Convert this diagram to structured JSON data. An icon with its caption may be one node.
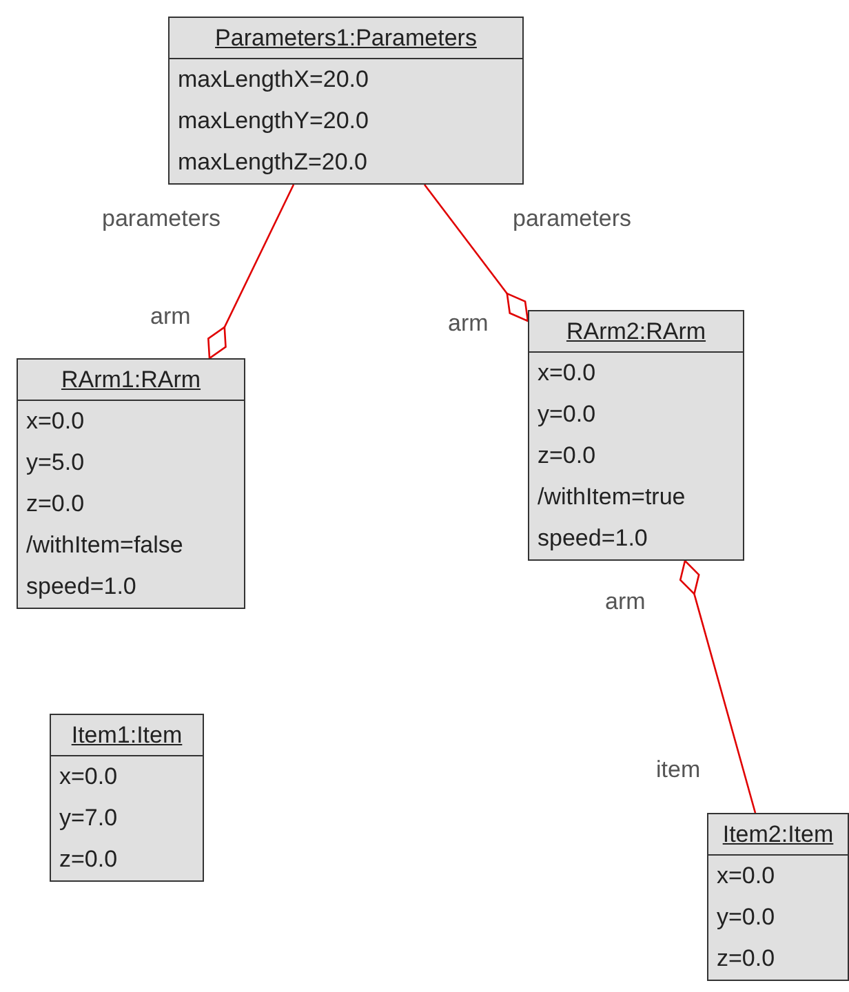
{
  "diagram": {
    "nodes": [
      {
        "text": [
          "Parameters1:Parameters",
          "maxLengthX=20.0",
          "maxLengthY=20.0",
          "maxLengthZ=20.0"
        ]
      },
      {
        "text": [
          "RArm1:RArm",
          "x=0.0",
          "y=5.0",
          "z=0.0",
          "/withItem=false",
          "speed=1.0"
        ]
      },
      {
        "text": [
          "RArm2:RArm",
          "x=0.0",
          "y=0.0",
          "z=0.0",
          "/withItem=true",
          "speed=1.0"
        ]
      },
      {
        "text": [
          "Item1:Item",
          "x=0.0",
          "y=7.0",
          "z=0.0"
        ]
      },
      {
        "text": [
          "Item2:Item",
          "x=0.0",
          "y=0.0",
          "z=0.0"
        ]
      }
    ],
    "edges": [
      {
        "from": 0,
        "to": 1,
        "arrow": "other"
      },
      {
        "from": 0,
        "to": 2,
        "arrow": "other"
      },
      {
        "from": 4,
        "to": 2,
        "arrow": "other"
      }
    ],
    "labels": [
      "parameters",
      "parameters",
      "arm",
      "arm",
      "arm",
      "item"
    ]
  }
}
